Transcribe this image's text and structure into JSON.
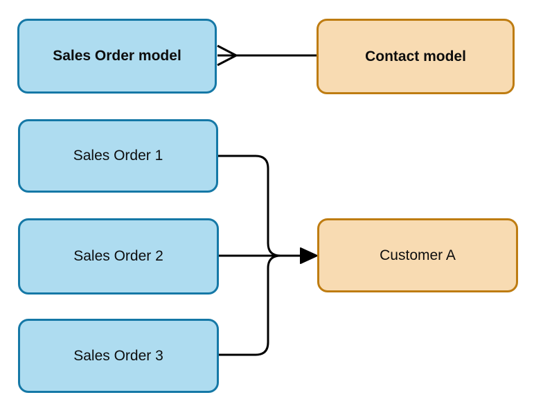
{
  "diagram": {
    "colors": {
      "blue_fill": "#AEDCF0",
      "blue_stroke": "#1578A6",
      "orange_fill": "#F8DBB2",
      "orange_stroke": "#BE7C11",
      "connector": "#000000",
      "text": "#0D0D0D"
    },
    "nodes": [
      {
        "label": "Sales Order model",
        "style": "blue",
        "emphasis": "bold"
      },
      {
        "label": "Contact model",
        "style": "orange",
        "emphasis": "bold"
      },
      {
        "label": "Sales Order 1",
        "style": "blue",
        "emphasis": "normal"
      },
      {
        "label": "Sales Order 2",
        "style": "blue",
        "emphasis": "normal"
      },
      {
        "label": "Sales Order 3",
        "style": "blue",
        "emphasis": "normal"
      },
      {
        "label": "Customer A",
        "style": "orange",
        "emphasis": "normal"
      }
    ],
    "edges": [
      {
        "from": "Sales Order model",
        "to": "Contact model",
        "marker_at_from": "crow-foot-many",
        "marker_at_to": "none"
      },
      {
        "from": "Sales Order 1",
        "to": "Customer A",
        "marker_at_to": "arrow"
      },
      {
        "from": "Sales Order 2",
        "to": "Customer A",
        "marker_at_to": "arrow"
      },
      {
        "from": "Sales Order 3",
        "to": "Customer A",
        "marker_at_to": "arrow"
      }
    ]
  }
}
